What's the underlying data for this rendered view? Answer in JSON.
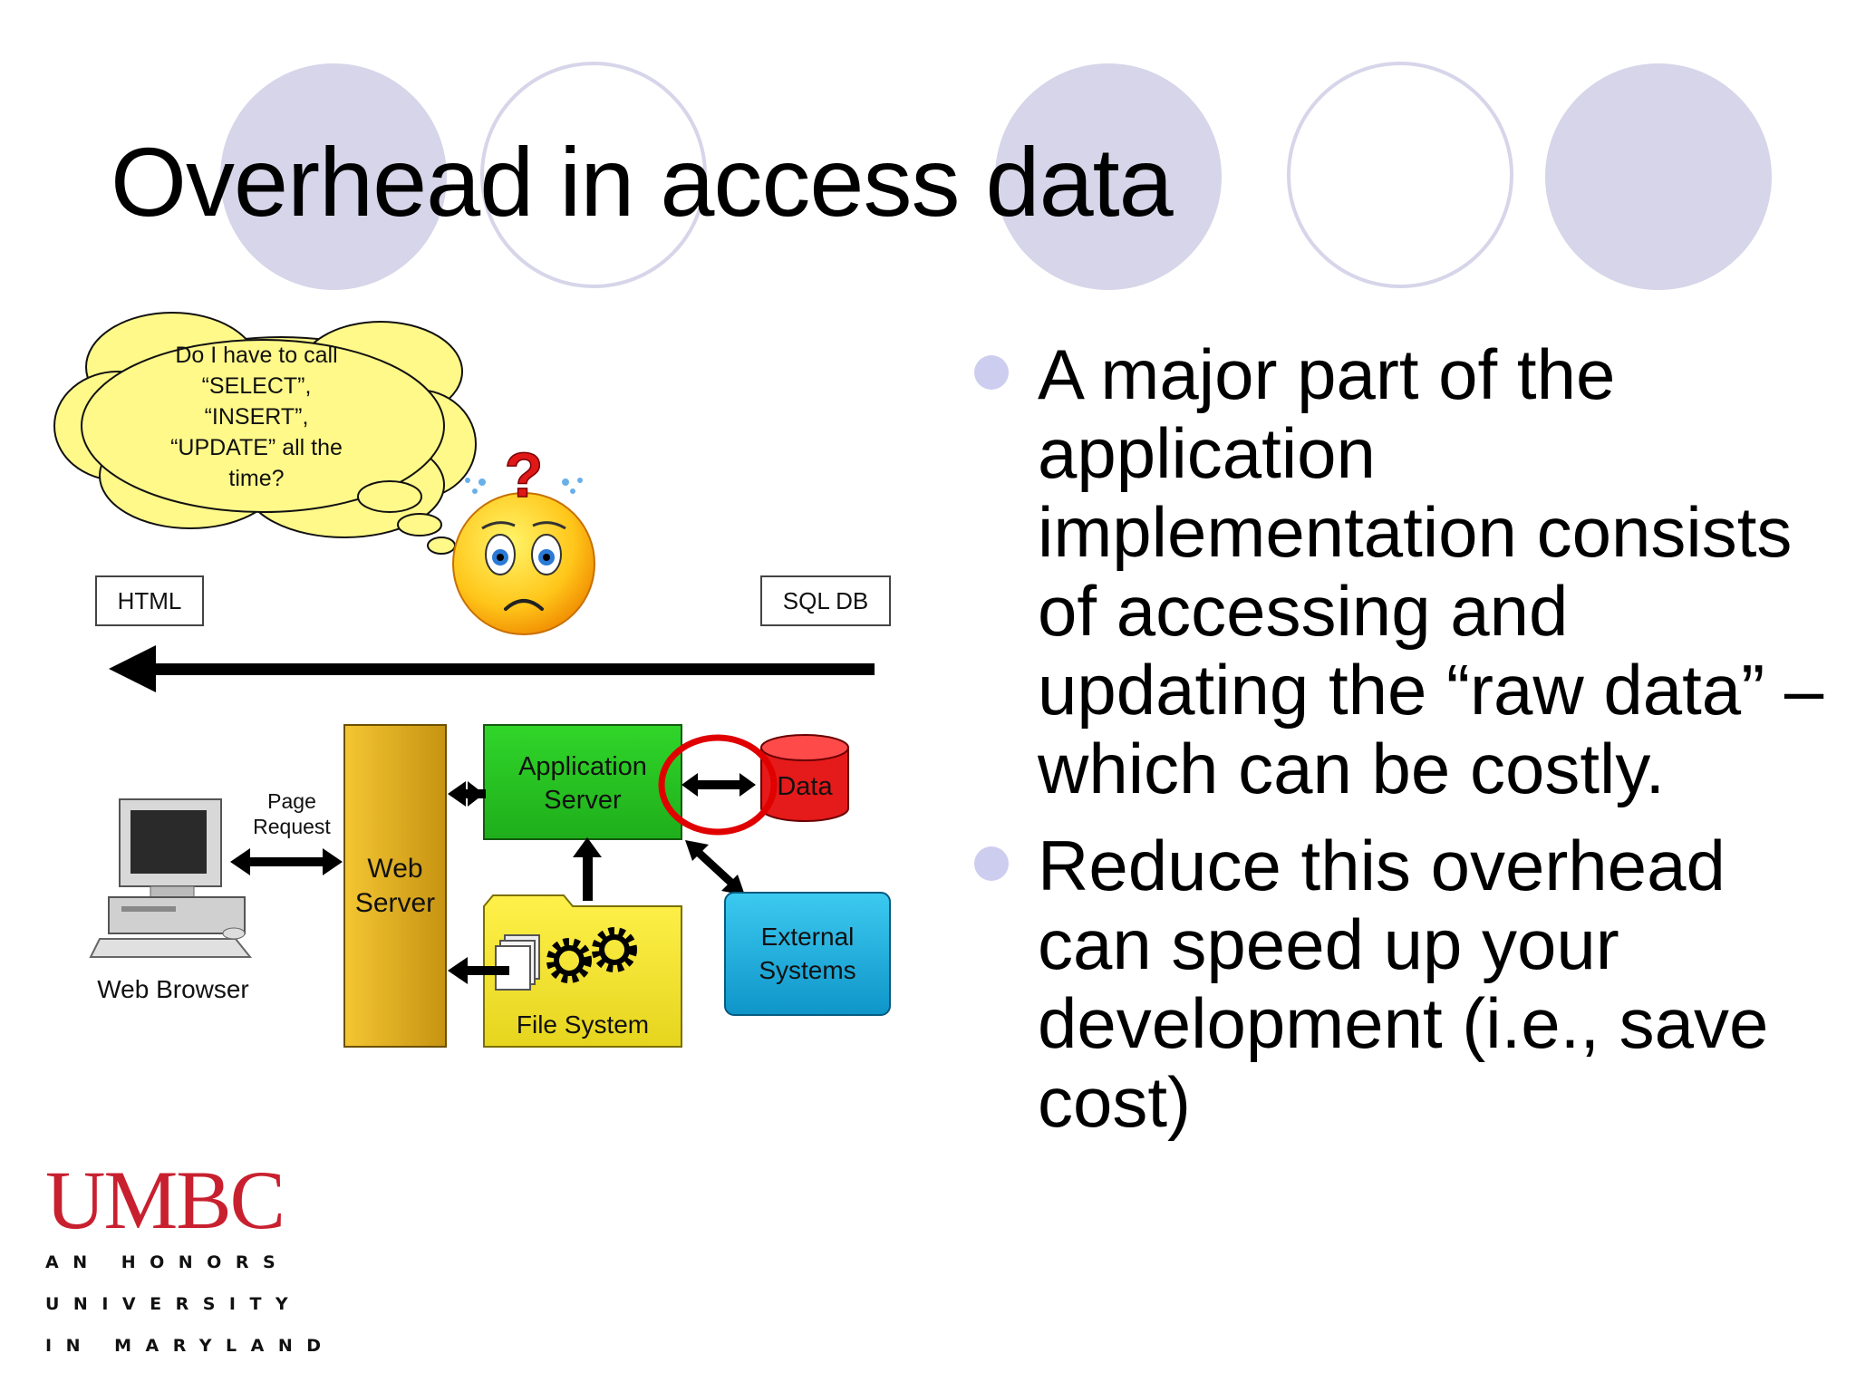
{
  "slide": {
    "title": "Overhead in access data",
    "bullets": [
      "A major part of the application implementation consists of accessing and updating the “raw data” – which can be costly.",
      "Reduce this overhead can speed up your development (i.e., save cost)"
    ],
    "colors": {
      "decor_circle": "#d6d5e9",
      "bullet": "#cdcdf0",
      "highlight": "#e00000"
    }
  },
  "diagram": {
    "thought_bubble": [
      "Do I have to call",
      "“SELECT”,",
      "“INSERT”,",
      "“UPDATE” all the",
      "time?"
    ],
    "html_label": "HTML",
    "sqldb_label": "SQL DB",
    "page_request": [
      "Page",
      "Request"
    ],
    "web_browser": "Web Browser",
    "web_server": [
      "Web",
      "Server"
    ],
    "app_server": [
      "Application",
      "Server"
    ],
    "data_label": "Data",
    "external": [
      "External",
      "Systems"
    ],
    "file_system": "File System",
    "question_mark": "?"
  },
  "logo": {
    "name": "UMBC",
    "tagline": [
      "AN HONORS",
      "UNIVERSITY",
      "IN MARYLAND"
    ],
    "color": "#c8202f"
  }
}
